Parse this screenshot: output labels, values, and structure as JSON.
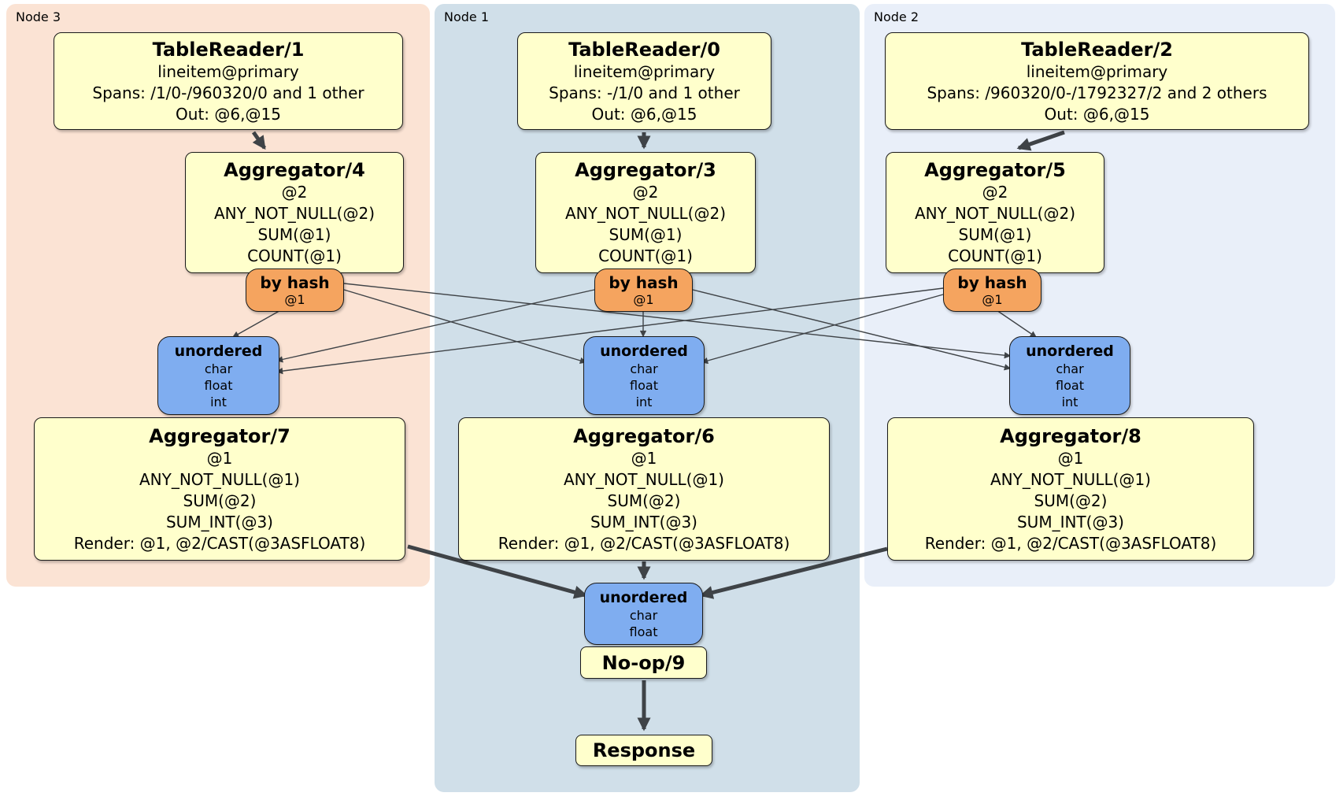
{
  "nodes": [
    {
      "label": "Node 3",
      "table_reader": {
        "title": "TableReader/1",
        "lines": [
          "lineitem@primary",
          "Spans: /1/0-/960320/0 and 1 other",
          "Out: @6,@15"
        ]
      },
      "stage1_aggregator": {
        "title": "Aggregator/4",
        "lines": [
          "@2",
          "ANY_NOT_NULL(@2)",
          "SUM(@1)",
          "COUNT(@1)"
        ]
      },
      "hash_router": {
        "title": "by hash",
        "lines": [
          "@1"
        ]
      },
      "input_sync": {
        "title": "unordered",
        "lines": [
          "char",
          "float",
          "int"
        ]
      },
      "stage2_aggregator": {
        "title": "Aggregator/7",
        "lines": [
          "@1",
          "ANY_NOT_NULL(@1)",
          "SUM(@2)",
          "SUM_INT(@3)",
          "Render: @1, @2/CAST(@3ASFLOAT8)"
        ]
      }
    },
    {
      "label": "Node 1",
      "table_reader": {
        "title": "TableReader/0",
        "lines": [
          "lineitem@primary",
          "Spans: -/1/0 and 1 other",
          "Out: @6,@15"
        ]
      },
      "stage1_aggregator": {
        "title": "Aggregator/3",
        "lines": [
          "@2",
          "ANY_NOT_NULL(@2)",
          "SUM(@1)",
          "COUNT(@1)"
        ]
      },
      "hash_router": {
        "title": "by hash",
        "lines": [
          "@1"
        ]
      },
      "input_sync": {
        "title": "unordered",
        "lines": [
          "char",
          "float",
          "int"
        ]
      },
      "stage2_aggregator": {
        "title": "Aggregator/6",
        "lines": [
          "@1",
          "ANY_NOT_NULL(@1)",
          "SUM(@2)",
          "SUM_INT(@3)",
          "Render: @1, @2/CAST(@3ASFLOAT8)"
        ]
      },
      "final_sync": {
        "title": "unordered",
        "lines": [
          "char",
          "float"
        ]
      },
      "noop": {
        "title": "No-op/9"
      },
      "response": {
        "title": "Response"
      }
    },
    {
      "label": "Node 2",
      "table_reader": {
        "title": "TableReader/2",
        "lines": [
          "lineitem@primary",
          "Spans: /960320/0-/1792327/2 and 2 others",
          "Out: @6,@15"
        ]
      },
      "stage1_aggregator": {
        "title": "Aggregator/5",
        "lines": [
          "@2",
          "ANY_NOT_NULL(@2)",
          "SUM(@1)",
          "COUNT(@1)"
        ]
      },
      "hash_router": {
        "title": "by hash",
        "lines": [
          "@1"
        ]
      },
      "input_sync": {
        "title": "unordered",
        "lines": [
          "char",
          "float",
          "int"
        ]
      },
      "stage2_aggregator": {
        "title": "Aggregator/8",
        "lines": [
          "@1",
          "ANY_NOT_NULL(@1)",
          "SUM(@2)",
          "SUM_INT(@3)",
          "Render: @1, @2/CAST(@3ASFLOAT8)"
        ]
      }
    }
  ],
  "colors": {
    "page_bg": "#FFFFFF",
    "node3_panel": "#FBE3D4",
    "node1_panel": "#D0DFE9",
    "node2_panel": "#E9EFF9",
    "processor_fill": "#FFFFCC",
    "router_fill": "#F5A45F",
    "sync_fill": "#7FADF0",
    "edge_color": "#3F4347",
    "border_color": "#1A1A1A"
  }
}
